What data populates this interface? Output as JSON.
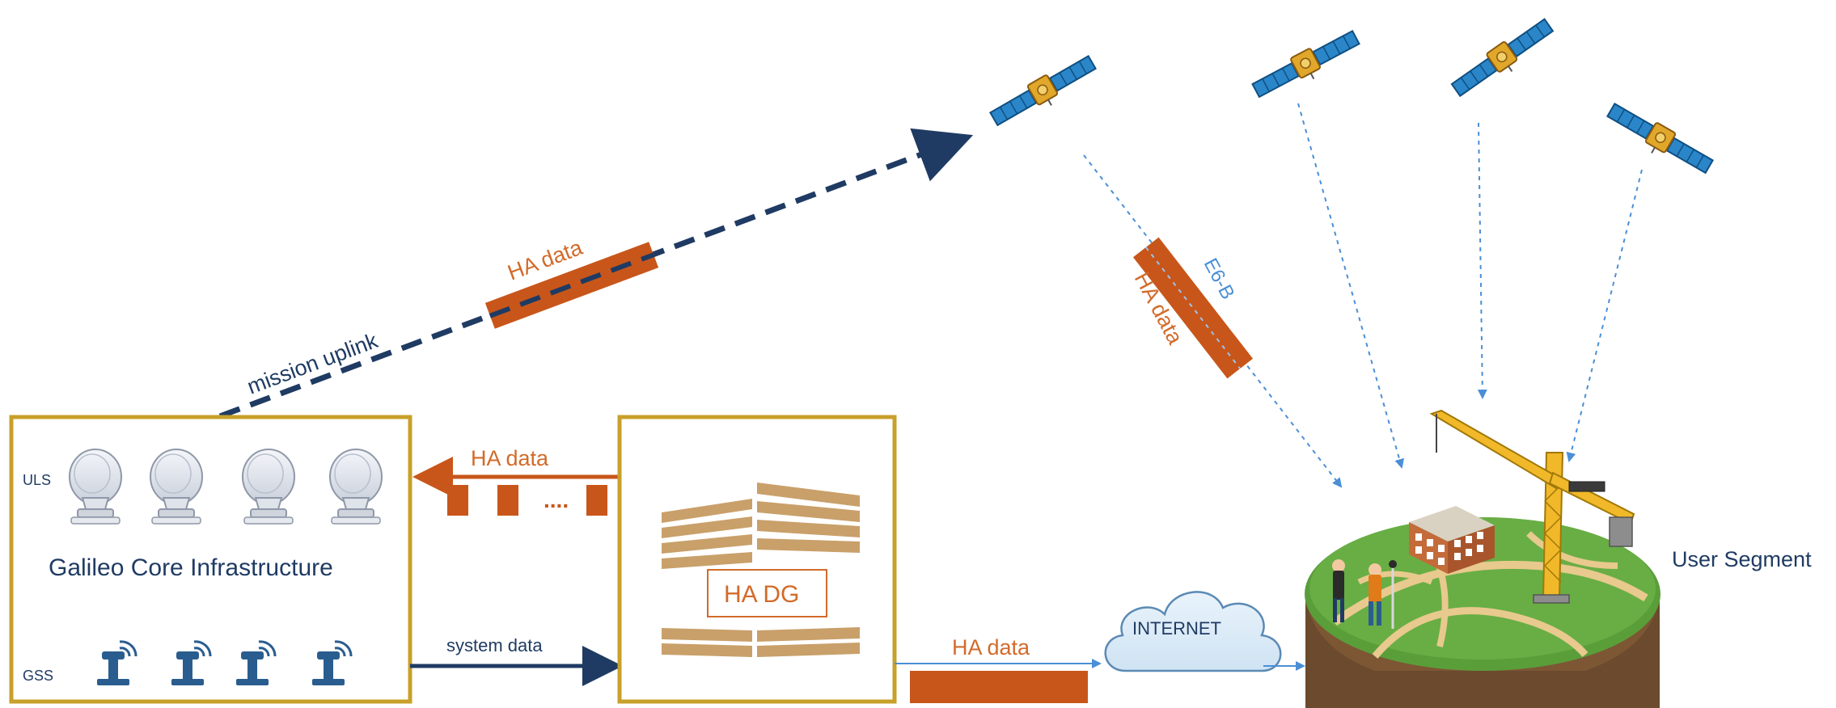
{
  "labels": {
    "ha_data_uplink": "HA data",
    "mission_uplink": "mission uplink",
    "e6b": "E6-B",
    "ha_data_signal": "HA data",
    "ha_data_return": "HA data",
    "dots": "....",
    "uls": "ULS",
    "gss": "GSS",
    "core_title": "Galileo Core Infrastructure",
    "system_data": "system data",
    "ha_dg": "HA DG",
    "ha_data_internet": "HA data",
    "internet": "INTERNET",
    "user_segment": "User Segment"
  },
  "colors": {
    "gold_border": "#c8a02a",
    "orange": "#c8561a",
    "navy": "#1f3b63",
    "light_blue": "#4a8fd6",
    "tan": "#c9a06a",
    "satellite_panel": "#2a86c8",
    "grass": "#5a9e3a",
    "earth": "#6b4a2e"
  },
  "icons": {
    "satellite": "satellite-icon",
    "antenna_dish": "dish-antenna-icon",
    "ground_station": "ground-station-icon",
    "cloud": "cloud-icon",
    "building": "building-icon",
    "crane": "crane-icon"
  }
}
